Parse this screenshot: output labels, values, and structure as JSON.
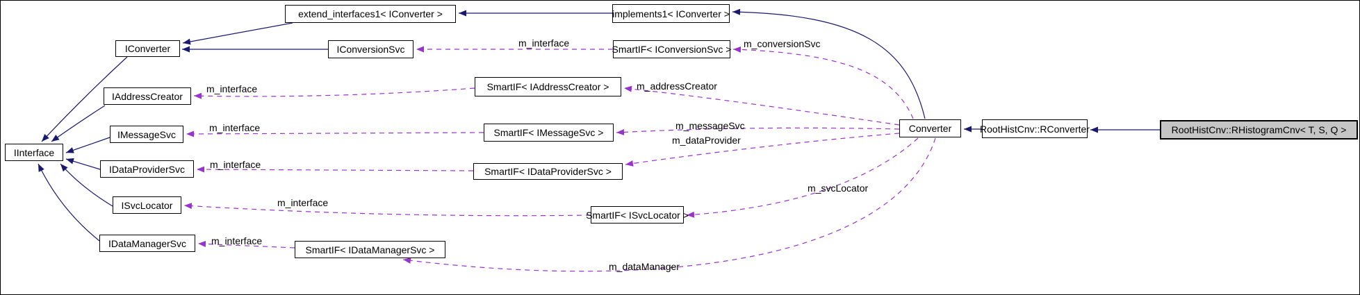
{
  "diagram": {
    "kind": "doxygen-collaboration-graph",
    "focus_node": "RootHistCnv::RHistogramCnv< T, S, Q >",
    "colors": {
      "inheritance_edge": "#191970",
      "usage_edge": "#9a32cd",
      "node_border": "#000000",
      "node_fill": "#ffffff",
      "focus_node_fill": "#c5c5c5",
      "background": "#ffffff"
    }
  },
  "nodes": {
    "iinterface": {
      "label": "IInterface"
    },
    "iconverter": {
      "label": "IConverter"
    },
    "iaddresscreator": {
      "label": "IAddressCreator"
    },
    "imessagesvc": {
      "label": "IMessageSvc"
    },
    "idataprovidersvc": {
      "label": "IDataProviderSvc"
    },
    "isvclocator": {
      "label": "ISvcLocator"
    },
    "idatamanagersvc": {
      "label": "IDataManagerSvc"
    },
    "extend_interfaces1": {
      "label": "extend_interfaces1< IConverter >"
    },
    "iconversionsvc": {
      "label": "IConversionSvc"
    },
    "implements1": {
      "label": "implements1< IConverter >"
    },
    "smartif_iconversionsvc": {
      "label": "SmartIF< IConversionSvc >"
    },
    "smartif_iaddresscreator": {
      "label": "SmartIF< IAddressCreator >"
    },
    "smartif_imessagesvc": {
      "label": "SmartIF< IMessageSvc >"
    },
    "smartif_idataprovidersvc": {
      "label": "SmartIF< IDataProviderSvc >"
    },
    "smartif_isvclocator": {
      "label": "SmartIF< ISvcLocator >"
    },
    "smartif_idatamanagersvc": {
      "label": "SmartIF< IDataManagerSvc >"
    },
    "converter": {
      "label": "Converter"
    },
    "rconverter": {
      "label": "RootHistCnv::RConverter"
    },
    "rhistogramcnv": {
      "label": "RootHistCnv::RHistogramCnv< T, S, Q >"
    }
  },
  "edges": [
    {
      "from": "implements1< IConverter >",
      "to": "extend_interfaces1< IConverter >",
      "kind": "inheritance",
      "label": ""
    },
    {
      "from": "extend_interfaces1< IConverter >",
      "to": "IConverter",
      "kind": "inheritance",
      "label": ""
    },
    {
      "from": "IConversionSvc",
      "to": "IConverter",
      "kind": "inheritance",
      "label": ""
    },
    {
      "from": "IConverter",
      "to": "IInterface",
      "kind": "inheritance",
      "label": ""
    },
    {
      "from": "IAddressCreator",
      "to": "IInterface",
      "kind": "inheritance",
      "label": ""
    },
    {
      "from": "IMessageSvc",
      "to": "IInterface",
      "kind": "inheritance",
      "label": ""
    },
    {
      "from": "IDataProviderSvc",
      "to": "IInterface",
      "kind": "inheritance",
      "label": ""
    },
    {
      "from": "ISvcLocator",
      "to": "IInterface",
      "kind": "inheritance",
      "label": ""
    },
    {
      "from": "IDataManagerSvc",
      "to": "IInterface",
      "kind": "inheritance",
      "label": ""
    },
    {
      "from": "Converter",
      "to": "implements1< IConverter >",
      "kind": "inheritance",
      "label": ""
    },
    {
      "from": "RootHistCnv::RConverter",
      "to": "Converter",
      "kind": "inheritance",
      "label": ""
    },
    {
      "from": "RootHistCnv::RHistogramCnv< T, S, Q >",
      "to": "RootHistCnv::RConverter",
      "kind": "inheritance",
      "label": ""
    },
    {
      "from": "SmartIF< IConversionSvc >",
      "to": "IConversionSvc",
      "kind": "usage",
      "label": "m_interface"
    },
    {
      "from": "SmartIF< IAddressCreator >",
      "to": "IAddressCreator",
      "kind": "usage",
      "label": "m_interface"
    },
    {
      "from": "SmartIF< IMessageSvc >",
      "to": "IMessageSvc",
      "kind": "usage",
      "label": "m_interface"
    },
    {
      "from": "SmartIF< IDataProviderSvc >",
      "to": "IDataProviderSvc",
      "kind": "usage",
      "label": "m_interface"
    },
    {
      "from": "SmartIF< ISvcLocator >",
      "to": "ISvcLocator",
      "kind": "usage",
      "label": "m_interface"
    },
    {
      "from": "SmartIF< IDataManagerSvc >",
      "to": "IDataManagerSvc",
      "kind": "usage",
      "label": "m_interface"
    },
    {
      "from": "Converter",
      "to": "SmartIF< IConversionSvc >",
      "kind": "usage",
      "label": "m_conversionSvc"
    },
    {
      "from": "Converter",
      "to": "SmartIF< IAddressCreator >",
      "kind": "usage",
      "label": "m_addressCreator"
    },
    {
      "from": "Converter",
      "to": "SmartIF< IMessageSvc >",
      "kind": "usage",
      "label": "m_messageSvc"
    },
    {
      "from": "Converter",
      "to": "SmartIF< IDataProviderSvc >",
      "kind": "usage",
      "label": "m_dataProvider"
    },
    {
      "from": "Converter",
      "to": "SmartIF< ISvcLocator >",
      "kind": "usage",
      "label": "m_svcLocator"
    },
    {
      "from": "Converter",
      "to": "SmartIF< IDataManagerSvc >",
      "kind": "usage",
      "label": "m_dataManager"
    }
  ]
}
